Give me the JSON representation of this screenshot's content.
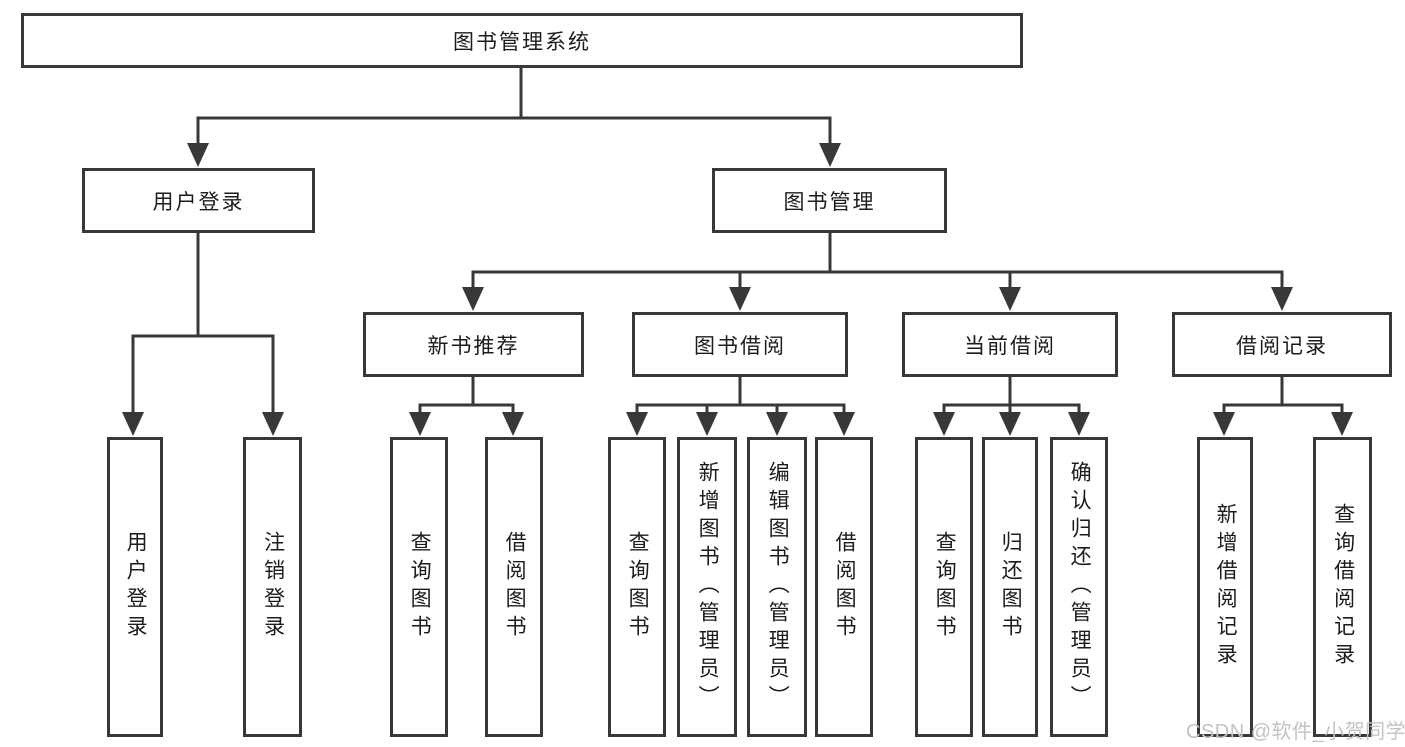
{
  "colors": {
    "line": "#383838",
    "text": "#1c1c1c",
    "background": "#ffffff",
    "watermark": "#c3c3c3"
  },
  "watermark": {
    "text": "CSDN @软件_小贺同学"
  },
  "tree": {
    "root": {
      "label": "图书管理系统"
    },
    "children": [
      {
        "label": "用户登录",
        "children": [
          {
            "label": "用户登录"
          },
          {
            "label": "注销登录"
          }
        ]
      },
      {
        "label": "图书管理",
        "children": [
          {
            "label": "新书推荐",
            "children": [
              {
                "label": "查询图书"
              },
              {
                "label": "借阅图书"
              }
            ]
          },
          {
            "label": "图书借阅",
            "children": [
              {
                "label": "查询图书"
              },
              {
                "label": "新增图书（管理员）"
              },
              {
                "label": "编辑图书（管理员）"
              },
              {
                "label": "借阅图书"
              }
            ]
          },
          {
            "label": "当前借阅",
            "children": [
              {
                "label": "查询图书"
              },
              {
                "label": "归还图书"
              },
              {
                "label": "确认归还（管理员）"
              }
            ]
          },
          {
            "label": "借阅记录",
            "children": [
              {
                "label": "新增借阅记录"
              },
              {
                "label": "查询借阅记录"
              }
            ]
          }
        ]
      }
    ]
  }
}
